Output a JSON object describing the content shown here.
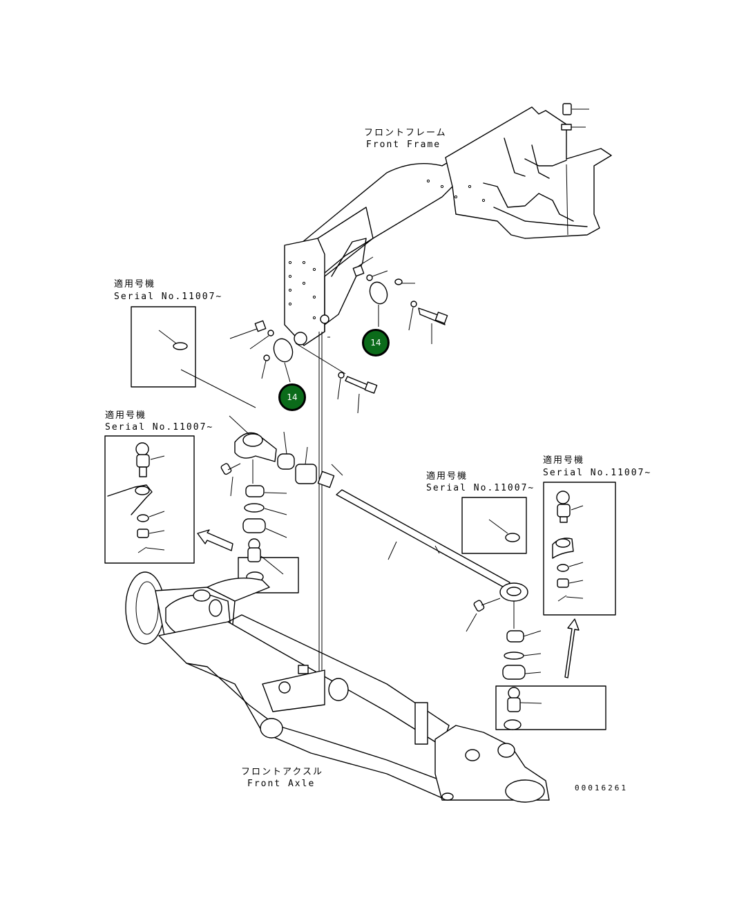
{
  "labels": {
    "front_frame_jp": "フロントフレーム",
    "front_frame_en": "Front Frame",
    "front_axle_jp": "フロントアクスル",
    "front_axle_en": "Front Axle",
    "serial_jp": "適用号機",
    "serial_en": "Serial No.11007~",
    "drawing_number": "00016261"
  },
  "callouts": {
    "upper_right": "14",
    "lower_left": "14"
  },
  "colors": {
    "callout_fill": "#0b6b1a",
    "line": "#000000",
    "background": "#ffffff"
  }
}
